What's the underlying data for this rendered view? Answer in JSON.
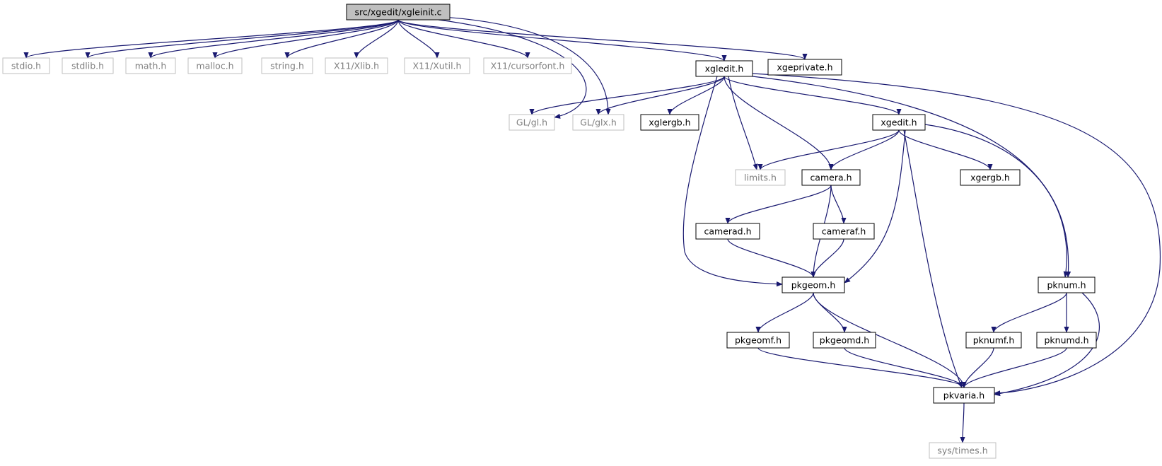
{
  "graph": {
    "edge_color": "#191970",
    "root_fill": "#bfbfbf",
    "nodes": [
      {
        "id": "root",
        "label": "src/xgedit/xgleinit.c",
        "kind": "root"
      },
      {
        "id": "stdio",
        "label": "stdio.h",
        "kind": "external"
      },
      {
        "id": "stdlib",
        "label": "stdlib.h",
        "kind": "external"
      },
      {
        "id": "math",
        "label": "math.h",
        "kind": "external"
      },
      {
        "id": "malloc",
        "label": "malloc.h",
        "kind": "external"
      },
      {
        "id": "string",
        "label": "string.h",
        "kind": "external"
      },
      {
        "id": "xlib",
        "label": "X11/Xlib.h",
        "kind": "external"
      },
      {
        "id": "xutil",
        "label": "X11/Xutil.h",
        "kind": "external"
      },
      {
        "id": "cursorfont",
        "label": "X11/cursorfont.h",
        "kind": "external"
      },
      {
        "id": "xgledit",
        "label": "xgledit.h",
        "kind": "project"
      },
      {
        "id": "xgeprivate",
        "label": "xgeprivate.h",
        "kind": "project"
      },
      {
        "id": "gl",
        "label": "GL/gl.h",
        "kind": "external"
      },
      {
        "id": "glx",
        "label": "GL/glx.h",
        "kind": "external"
      },
      {
        "id": "xglergb",
        "label": "xglergb.h",
        "kind": "project"
      },
      {
        "id": "xgedit",
        "label": "xgedit.h",
        "kind": "project"
      },
      {
        "id": "limits",
        "label": "limits.h",
        "kind": "external"
      },
      {
        "id": "camera",
        "label": "camera.h",
        "kind": "project"
      },
      {
        "id": "xgergb",
        "label": "xgergb.h",
        "kind": "project"
      },
      {
        "id": "camerad",
        "label": "camerad.h",
        "kind": "project"
      },
      {
        "id": "cameraf",
        "label": "cameraf.h",
        "kind": "project"
      },
      {
        "id": "pkgeom",
        "label": "pkgeom.h",
        "kind": "project"
      },
      {
        "id": "pknum",
        "label": "pknum.h",
        "kind": "project"
      },
      {
        "id": "pkgeomf",
        "label": "pkgeomf.h",
        "kind": "project"
      },
      {
        "id": "pkgeomd",
        "label": "pkgeomd.h",
        "kind": "project"
      },
      {
        "id": "pknumf",
        "label": "pknumf.h",
        "kind": "project"
      },
      {
        "id": "pknumd",
        "label": "pknumd.h",
        "kind": "project"
      },
      {
        "id": "pkvaria",
        "label": "pkvaria.h",
        "kind": "project"
      },
      {
        "id": "systimes",
        "label": "sys/times.h",
        "kind": "external"
      }
    ],
    "edges": [
      [
        "root",
        "stdio"
      ],
      [
        "root",
        "stdlib"
      ],
      [
        "root",
        "math"
      ],
      [
        "root",
        "malloc"
      ],
      [
        "root",
        "string"
      ],
      [
        "root",
        "xlib"
      ],
      [
        "root",
        "xutil"
      ],
      [
        "root",
        "cursorfont"
      ],
      [
        "root",
        "gl"
      ],
      [
        "root",
        "glx"
      ],
      [
        "root",
        "xgledit"
      ],
      [
        "root",
        "xgeprivate"
      ],
      [
        "xgledit",
        "gl"
      ],
      [
        "xgledit",
        "glx"
      ],
      [
        "xgledit",
        "xglergb"
      ],
      [
        "xgledit",
        "xgedit"
      ],
      [
        "xgledit",
        "limits"
      ],
      [
        "xgledit",
        "camera"
      ],
      [
        "xgledit",
        "pkgeom"
      ],
      [
        "xgledit",
        "pknum"
      ],
      [
        "xgledit",
        "pkvaria"
      ],
      [
        "xgedit",
        "limits"
      ],
      [
        "xgedit",
        "camera"
      ],
      [
        "xgedit",
        "xgergb"
      ],
      [
        "xgedit",
        "pkgeom"
      ],
      [
        "xgedit",
        "pknum"
      ],
      [
        "xgedit",
        "pkvaria"
      ],
      [
        "camera",
        "camerad"
      ],
      [
        "camera",
        "cameraf"
      ],
      [
        "camera",
        "pkgeom"
      ],
      [
        "camerad",
        "pkgeom"
      ],
      [
        "cameraf",
        "pkgeom"
      ],
      [
        "pkgeom",
        "pkgeomf"
      ],
      [
        "pkgeom",
        "pkgeomd"
      ],
      [
        "pkgeom",
        "pkvaria"
      ],
      [
        "pkgeomf",
        "pkvaria"
      ],
      [
        "pkgeomd",
        "pkvaria"
      ],
      [
        "pknum",
        "pknumf"
      ],
      [
        "pknum",
        "pknumd"
      ],
      [
        "pknum",
        "pkvaria"
      ],
      [
        "pknumf",
        "pkvaria"
      ],
      [
        "pknumd",
        "pkvaria"
      ],
      [
        "pkvaria",
        "systimes"
      ]
    ]
  }
}
